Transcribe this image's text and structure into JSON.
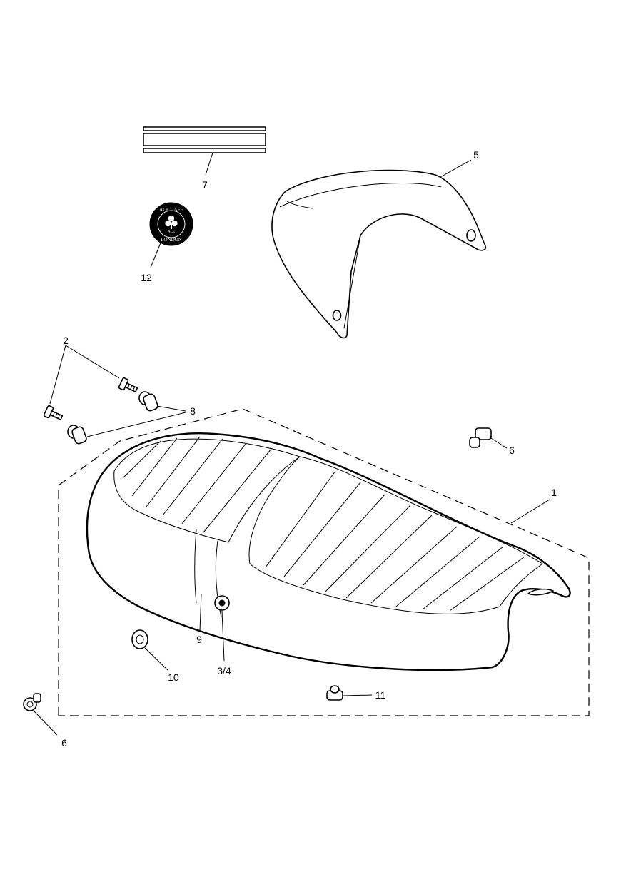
{
  "colors": {
    "line": "#000000",
    "background": "#ffffff"
  },
  "badge": {
    "text_top": "ACE CAFE",
    "text_bottom": "LONDON",
    "text_center": "ACE",
    "icon": "club-icon"
  },
  "callouts": {
    "p1": "1",
    "p2": "2",
    "p34": "3/4",
    "p5": "5",
    "p6a": "6",
    "p6b": "6",
    "p7": "7",
    "p8": "8",
    "p9": "9",
    "p10": "10",
    "p11": "11",
    "p12": "12"
  }
}
